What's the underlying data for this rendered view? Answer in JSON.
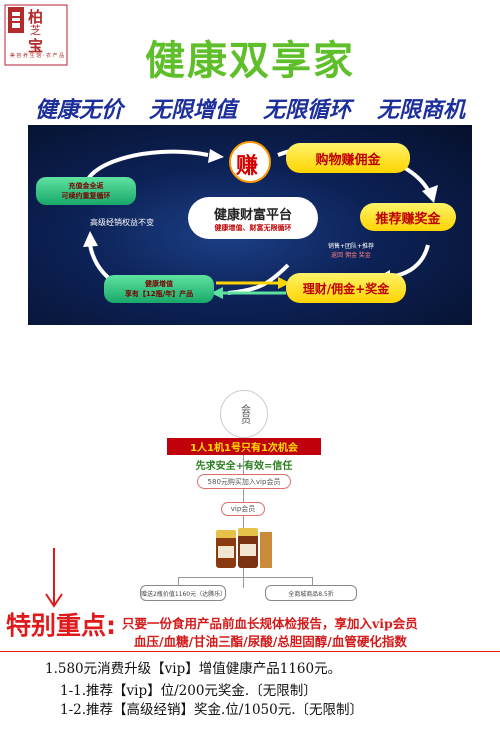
{
  "logo": {
    "chars": [
      "柏",
      "芝",
      "宝"
    ],
    "caption": "美 容 养 生 馆 · 农 产 品"
  },
  "title": "健康双享家",
  "slogans": [
    "健康无价",
    "无限增值",
    "无限循环",
    "无限商机"
  ],
  "diagram": {
    "earn": "赚",
    "buy": "购物赚佣金",
    "recommend": "推荐赚奖金",
    "wealth": "理财/佣金+奖金",
    "center_title": "健康财富平台",
    "center_sub": "健康增值、财富无限循环",
    "recharge_l1": "充值金全返",
    "recharge_l2": "可续约重复循环",
    "rights": "高级经销权益不变",
    "health_l1": "健康增值",
    "health_l2": "享有【12瓶/年】产品",
    "mini_l1": "销售+团队+推荐",
    "mini_l2": "返回 佣金 奖金"
  },
  "flow": {
    "member": "会员",
    "chance": "1人1机1号只有1次机会",
    "trust": "先求安全+有效=信任",
    "join": "580元购买加入vip会员",
    "vip": "vip会员",
    "gift": "赠送2瓶价值1160元（达腾乐）",
    "discount": "全商城商品8.5折"
  },
  "focus": {
    "title": "特别重点:",
    "text": "只要一份食用产品前血长规体检报告，享加入vip会员",
    "indicators": "血压/血糖/甘油三酯/尿酸/总胆固醇/血管硬化指数"
  },
  "rules": [
    "1.580元消费升级【vip】增值健康产品1160元。",
    "1-1.推荐【vip】位/200元奖金.〔无限制〕",
    "1-2.推荐【高级经销】奖金.位/1050元.〔无限制〕"
  ],
  "colors": {
    "title_green": "#5fbf2a",
    "slogan_blue": "#1d2f9a",
    "accent_red": "#e01a1a",
    "diagram_bg": "#0c2155"
  }
}
